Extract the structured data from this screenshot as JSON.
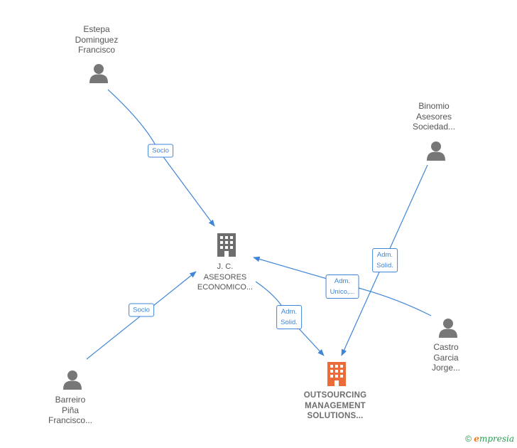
{
  "nodes": {
    "estepa": {
      "lines": [
        "Estepa",
        "Dominguez",
        "Francisco"
      ]
    },
    "binomio": {
      "lines": [
        "Binomio",
        "Asesores",
        "Sociedad..."
      ]
    },
    "jc": {
      "lines": [
        "J. C.",
        "ASESORES",
        "ECONOMICO..."
      ]
    },
    "barreiro": {
      "lines": [
        "Barreiro",
        "Piña",
        "Francisco..."
      ]
    },
    "castro": {
      "lines": [
        "Castro",
        "Garcia",
        "Jorge..."
      ]
    },
    "outsourcing": {
      "lines": [
        "OUTSOURCING",
        "MANAGEMENT",
        "SOLUTIONS..."
      ]
    }
  },
  "edges": {
    "estepa_jc": {
      "lines": [
        "Socio"
      ]
    },
    "barreiro_jc": {
      "lines": [
        "Socio"
      ]
    },
    "jc_outsourcing": {
      "lines": [
        "Adm.",
        "Solid."
      ]
    },
    "binomio_outsourcing": {
      "lines": [
        "Adm.",
        "Solid."
      ]
    },
    "castro_jc": {
      "lines": [
        "Adm.",
        "Unico,..."
      ]
    }
  },
  "colors": {
    "edge": "#3f86d8",
    "person_icon": "#777777",
    "company_icon": "#6e6e6e",
    "focus_company_icon": "#ec6b38"
  },
  "footer": {
    "copyright": "©",
    "brand_initial": "e",
    "brand_rest": "mpresia"
  }
}
